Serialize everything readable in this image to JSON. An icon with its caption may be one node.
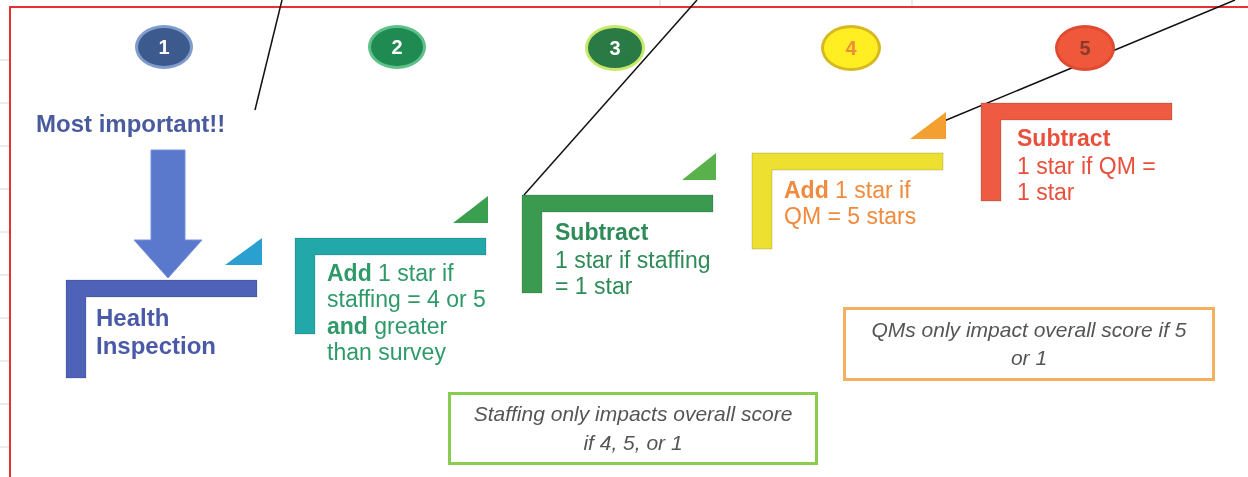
{
  "diagram": {
    "nodes": [
      {
        "text": [
          "1"
        ]
      },
      {
        "text": [
          "2"
        ]
      },
      {
        "text": [
          "3"
        ]
      },
      {
        "text": [
          "4"
        ]
      },
      {
        "text": [
          "5"
        ]
      },
      {
        "text": [
          "Most important!!"
        ]
      },
      {
        "text": [
          "Health Inspection"
        ]
      },
      {
        "text": [
          "**Add** 1 star if staffing = 4 or 5 **and** greater than survey"
        ]
      },
      {
        "text": [
          "Subtract",
          "1 star if staffing = 1 star"
        ]
      },
      {
        "text": [
          "**Add** 1 star if QM = 5 stars"
        ]
      },
      {
        "text": [
          "Subtract",
          "1 star if QM = 1 star"
        ]
      },
      {
        "text": [
          "Staffing only impacts overall score if 4, 5, or 1"
        ]
      },
      {
        "text": [
          "QMs only impact overall score if 5 or 1"
        ]
      },
      {
        "text": [],
        "shape": "triangle"
      }
    ],
    "edges": [
      {
        "from": null,
        "to": 5,
        "arrow": "none"
      },
      {
        "from": null,
        "to": 8,
        "arrow": "none"
      },
      {
        "from": null,
        "to": 13,
        "arrow": "none"
      },
      {
        "from": 5,
        "to": 6,
        "arrow": "to",
        "style": "thick",
        "color": "#5a78cc"
      }
    ]
  }
}
